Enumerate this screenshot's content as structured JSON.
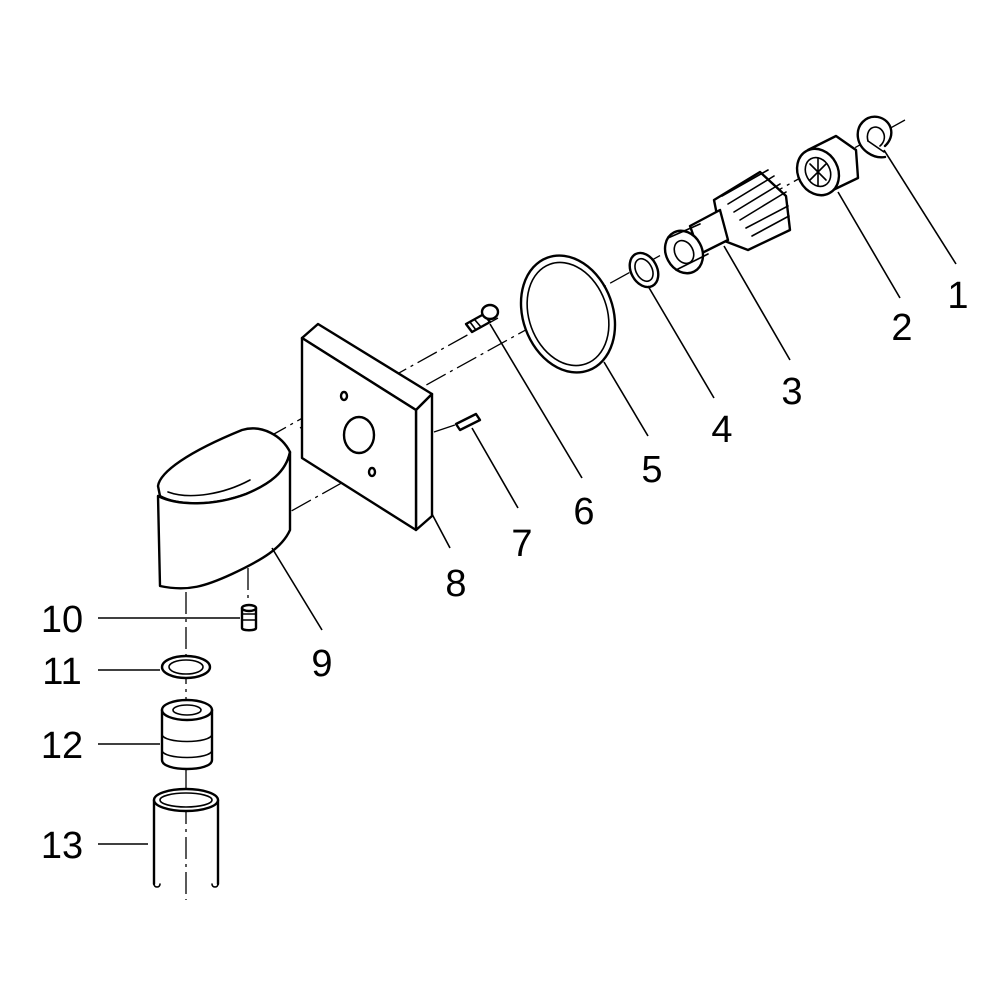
{
  "diagram": {
    "type": "exploded-parts-view",
    "callouts": [
      "1",
      "2",
      "3",
      "4",
      "5",
      "6",
      "7",
      "8",
      "9",
      "10",
      "11",
      "12",
      "13"
    ],
    "parts": [
      {
        "callout": "1",
        "icon": "retaining-ring-icon"
      },
      {
        "callout": "2",
        "icon": "ceramic-disc-icon"
      },
      {
        "callout": "3",
        "icon": "cartridge-icon"
      },
      {
        "callout": "4",
        "icon": "small-o-ring-icon"
      },
      {
        "callout": "5",
        "icon": "large-o-ring-icon"
      },
      {
        "callout": "6",
        "icon": "screw-icon"
      },
      {
        "callout": "7",
        "icon": "pin-icon"
      },
      {
        "callout": "8",
        "icon": "wall-plate-icon"
      },
      {
        "callout": "9",
        "icon": "handle-body-icon"
      },
      {
        "callout": "10",
        "icon": "set-screw-icon"
      },
      {
        "callout": "11",
        "icon": "washer-icon"
      },
      {
        "callout": "12",
        "icon": "connector-icon"
      },
      {
        "callout": "13",
        "icon": "sleeve-icon"
      }
    ]
  }
}
